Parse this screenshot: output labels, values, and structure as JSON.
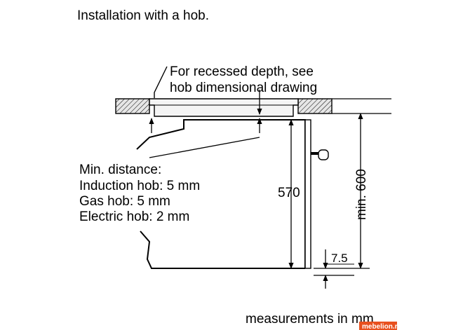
{
  "title": "Installation with a hob.",
  "recess_note": [
    "For recessed depth, see",
    "hob dimensional drawing"
  ],
  "min_distance": {
    "heading": "Min. distance:",
    "lines": [
      "Induction hob: 5 mm",
      "Gas hob: 5 mm",
      "Electric hob: 2 mm"
    ]
  },
  "dimensions": {
    "cabinet_height": "570",
    "niche_height": "min. 600",
    "bottom_gap": "7.5"
  },
  "units_note": "measurements in mm",
  "watermark": "mebelion.ru",
  "colors": {
    "line": "#000000",
    "hatch_fill": "#e6e6e6",
    "hob_fill": "#f4f4f4",
    "watermark_bg": "#e8501e"
  }
}
